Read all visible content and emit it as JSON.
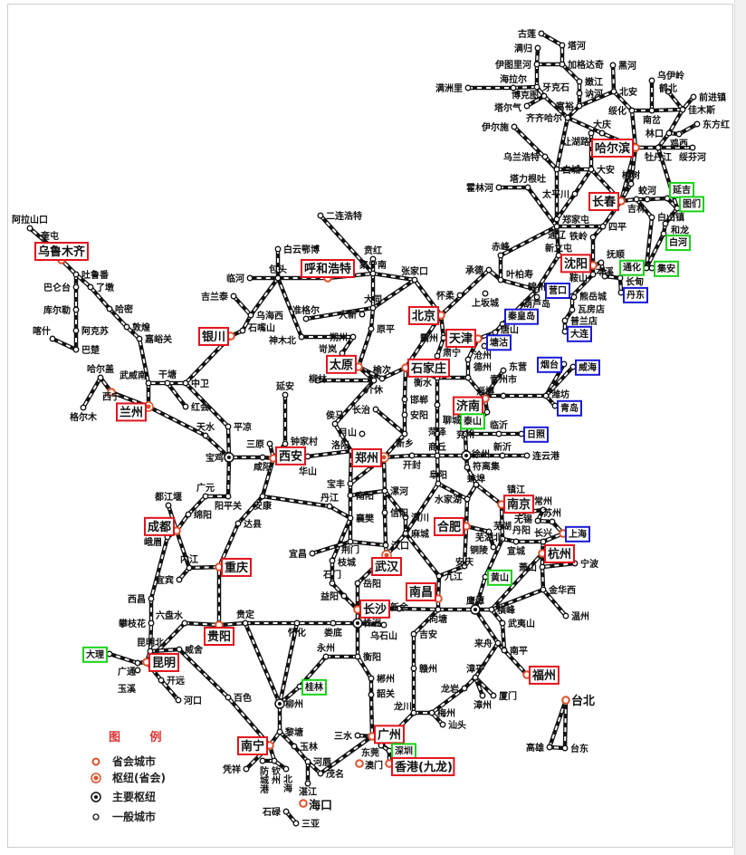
{
  "legend": {
    "title": "图 例",
    "items": [
      {
        "label": "省会城市",
        "symbol": "provincial-capital"
      },
      {
        "label": "枢纽(省会)",
        "symbol": "hub-capital"
      },
      {
        "label": "主要枢纽",
        "symbol": "major-hub"
      },
      {
        "label": "一般城市",
        "symbol": "general-city"
      }
    ]
  },
  "colors": {
    "capital_box": "#e3131b",
    "tourist_box": "#19d119",
    "port_box": "#1a1ad6",
    "capital_node": "#e0502a",
    "rail": "#111111"
  },
  "cities": [
    {
      "name": "古莲"
    },
    {
      "name": "塔河"
    },
    {
      "name": "满归"
    },
    {
      "name": "伊图里河"
    },
    {
      "name": "加格达奇"
    },
    {
      "name": "黑河"
    },
    {
      "name": "海拉尔"
    },
    {
      "name": "满洲里"
    },
    {
      "name": "牙克石"
    },
    {
      "name": "博克图"
    },
    {
      "name": "塔尔气"
    },
    {
      "name": "嫩江"
    },
    {
      "name": "讷河"
    },
    {
      "name": "富裕"
    },
    {
      "name": "北安"
    },
    {
      "name": "乌伊岭"
    },
    {
      "name": "鹤北"
    },
    {
      "name": "前进镇"
    },
    {
      "name": "绥化"
    },
    {
      "name": "南岔"
    },
    {
      "name": "佳木斯"
    },
    {
      "name": "齐齐哈尔"
    },
    {
      "name": "伊尔施"
    },
    {
      "name": "大庆"
    },
    {
      "name": "让湖路"
    },
    {
      "name": "林口"
    },
    {
      "name": "鸡西"
    },
    {
      "name": "东方红"
    },
    {
      "name": "哈尔滨",
      "box": "red",
      "kind": "capital"
    },
    {
      "name": "绥芬河"
    },
    {
      "name": "牡丹江"
    },
    {
      "name": "乌兰浩特"
    },
    {
      "name": "白城"
    },
    {
      "name": "大安"
    },
    {
      "name": "榆树"
    },
    {
      "name": "霍林河"
    },
    {
      "name": "塔力根吐"
    },
    {
      "name": "太平川"
    },
    {
      "name": "长春",
      "box": "red",
      "kind": "capital"
    },
    {
      "name": "吉林"
    },
    {
      "name": "蛟河"
    },
    {
      "name": "延吉",
      "box": "green"
    },
    {
      "name": "图们",
      "box": "green"
    },
    {
      "name": "白山镇"
    },
    {
      "name": "和龙"
    },
    {
      "name": "郑家屯"
    },
    {
      "name": "通辽"
    },
    {
      "name": "四平"
    },
    {
      "name": "铁岭"
    },
    {
      "name": "白河",
      "box": "green"
    },
    {
      "name": "赤峰"
    },
    {
      "name": "新立屯"
    },
    {
      "name": "沈阳",
      "box": "red",
      "kind": "capital"
    },
    {
      "name": "抚顺"
    },
    {
      "name": "本溪"
    },
    {
      "name": "通化",
      "box": "green"
    },
    {
      "name": "集安",
      "box": "green"
    },
    {
      "name": "长甸"
    },
    {
      "name": "丹东",
      "box": "blue"
    },
    {
      "name": "鞍山"
    },
    {
      "name": "锦州"
    },
    {
      "name": "葫芦岛"
    },
    {
      "name": "营口",
      "box": "blue"
    },
    {
      "name": "熊岳城"
    },
    {
      "name": "瓦房店"
    },
    {
      "name": "普兰店"
    },
    {
      "name": "大连",
      "box": "blue"
    },
    {
      "name": "承德"
    },
    {
      "name": "叶柏寿"
    },
    {
      "name": "上坂城"
    },
    {
      "name": "怀柔"
    },
    {
      "name": "张家口"
    },
    {
      "name": "集宁南"
    },
    {
      "name": "贲红"
    },
    {
      "name": "北京",
      "box": "red",
      "kind": "capital"
    },
    {
      "name": "天津",
      "box": "red",
      "kind": "capital"
    },
    {
      "name": "唐山"
    },
    {
      "name": "秦皇岛",
      "box": "blue"
    },
    {
      "name": "塘沽",
      "box": "blue"
    },
    {
      "name": "霸州"
    },
    {
      "name": "肃宁"
    },
    {
      "name": "沧州"
    },
    {
      "name": "石家庄",
      "box": "red",
      "kind": "capital"
    },
    {
      "name": "衡水"
    },
    {
      "name": "德州"
    },
    {
      "name": "东营"
    },
    {
      "name": "淄博"
    },
    {
      "name": "青州市"
    },
    {
      "name": "济南",
      "box": "red",
      "kind": "capital"
    },
    {
      "name": "泰山",
      "box": "green"
    },
    {
      "name": "聊城"
    },
    {
      "name": "邯郸"
    },
    {
      "name": "安阳"
    },
    {
      "name": "长治"
    },
    {
      "name": "烟台",
      "box": "blue"
    },
    {
      "name": "威海",
      "box": "blue"
    },
    {
      "name": "潍坊"
    },
    {
      "name": "青岛",
      "box": "blue"
    },
    {
      "name": "日照",
      "box": "blue"
    },
    {
      "name": "临沂"
    },
    {
      "name": "菏泽"
    },
    {
      "name": "兖州"
    },
    {
      "name": "新乡"
    },
    {
      "name": "徐州",
      "kind": "hub"
    },
    {
      "name": "新沂"
    },
    {
      "name": "连云港"
    },
    {
      "name": "商丘"
    },
    {
      "name": "开封"
    },
    {
      "name": "郑州",
      "box": "red",
      "kind": "hubcap"
    },
    {
      "name": "符离集"
    },
    {
      "name": "月山"
    },
    {
      "name": "大同"
    },
    {
      "name": "大新"
    },
    {
      "name": "朔州"
    },
    {
      "name": "原平"
    },
    {
      "name": "岢岚"
    },
    {
      "name": "太原",
      "box": "red",
      "kind": "capital"
    },
    {
      "name": "介休"
    },
    {
      "name": "榆次"
    },
    {
      "name": "柳林"
    },
    {
      "name": "侯马"
    },
    {
      "name": "洛阳"
    },
    {
      "name": "三原"
    },
    {
      "name": "钟家村"
    },
    {
      "name": "咸阳"
    },
    {
      "name": "西安",
      "box": "red",
      "kind": "capital"
    },
    {
      "name": "华山"
    },
    {
      "name": "宝鸡",
      "kind": "hub"
    },
    {
      "name": "延安"
    },
    {
      "name": "准格尔"
    },
    {
      "name": "神木北"
    },
    {
      "name": "包头"
    },
    {
      "name": "白云鄂博"
    },
    {
      "name": "呼和浩特",
      "box": "red",
      "kind": "capital"
    },
    {
      "name": "二连浩特"
    },
    {
      "name": "临河"
    },
    {
      "name": "吉兰泰"
    },
    {
      "name": "乌海西"
    },
    {
      "name": "石嘴山"
    },
    {
      "name": "银川",
      "box": "red",
      "kind": "capital"
    },
    {
      "name": "中卫"
    },
    {
      "name": "干塘"
    },
    {
      "name": "武威南"
    },
    {
      "name": "红会"
    },
    {
      "name": "兰州",
      "box": "red",
      "kind": "hubcap"
    },
    {
      "name": "西宁",
      "kind": "capital"
    },
    {
      "name": "哈尔盖"
    },
    {
      "name": "格尔木"
    },
    {
      "name": "嘉峪关"
    },
    {
      "name": "敦煌"
    },
    {
      "name": "哈密"
    },
    {
      "name": "了墩"
    },
    {
      "name": "吐鲁番"
    },
    {
      "name": "乌鲁木齐",
      "box": "red",
      "kind": "capital"
    },
    {
      "name": "奎屯"
    },
    {
      "name": "阿拉山口"
    },
    {
      "name": "巴仑台"
    },
    {
      "name": "库尔勒"
    },
    {
      "name": "阿克苏"
    },
    {
      "name": "喀什"
    },
    {
      "name": "巴楚"
    },
    {
      "name": "天水"
    },
    {
      "name": "平凉"
    },
    {
      "name": "广元"
    },
    {
      "name": "阳平关"
    },
    {
      "name": "安康"
    },
    {
      "name": "丹江"
    },
    {
      "name": "南阳"
    },
    {
      "name": "宝丰"
    },
    {
      "name": "漯河"
    },
    {
      "name": "都江堰"
    },
    {
      "name": "绵阳"
    },
    {
      "name": "成都",
      "box": "red",
      "kind": "capital"
    },
    {
      "name": "峨眉"
    },
    {
      "name": "达县"
    },
    {
      "name": "襄樊"
    },
    {
      "name": "信阳"
    },
    {
      "name": "潢川"
    },
    {
      "name": "麻城"
    },
    {
      "name": "宜昌"
    },
    {
      "name": "荆门"
    },
    {
      "name": "汉口"
    },
    {
      "name": "武汉",
      "box": "red",
      "kind": "hubcap"
    },
    {
      "name": "枝城"
    },
    {
      "name": "石门"
    },
    {
      "name": "内江"
    },
    {
      "name": "宜宾"
    },
    {
      "name": "重庆",
      "box": "red",
      "kind": "capital"
    },
    {
      "name": "岳阳"
    },
    {
      "name": "益阳"
    },
    {
      "name": "长沙",
      "box": "red",
      "kind": "capital"
    },
    {
      "name": "株洲",
      "kind": "hub"
    },
    {
      "name": "乌石山"
    },
    {
      "name": "新余"
    },
    {
      "name": "南昌",
      "box": "red",
      "kind": "capital"
    },
    {
      "name": "九江"
    },
    {
      "name": "安庆"
    },
    {
      "name": "黄山",
      "box": "green"
    },
    {
      "name": "芜湖"
    },
    {
      "name": "芜湖北"
    },
    {
      "name": "铜陵"
    },
    {
      "name": "合肥",
      "box": "red",
      "kind": "capital"
    },
    {
      "name": "水家湖"
    },
    {
      "name": "蚌埠"
    },
    {
      "name": "阜阳"
    },
    {
      "name": "南京",
      "box": "red",
      "kind": "capital"
    },
    {
      "name": "镇江"
    },
    {
      "name": "丹阳"
    },
    {
      "name": "常州"
    },
    {
      "name": "无锡"
    },
    {
      "name": "苏州"
    },
    {
      "name": "上海",
      "box": "blue",
      "kind": "capital"
    },
    {
      "name": "长兴"
    },
    {
      "name": "杭州",
      "box": "red",
      "kind": "capital"
    },
    {
      "name": "宁波"
    },
    {
      "name": "萧山"
    },
    {
      "name": "宣城"
    },
    {
      "name": "金华西"
    },
    {
      "name": "温州"
    },
    {
      "name": "鹰潭",
      "kind": "hub"
    },
    {
      "name": "向塘"
    },
    {
      "name": "横峰"
    },
    {
      "name": "武夷山"
    },
    {
      "name": "来舟"
    },
    {
      "name": "南平"
    },
    {
      "name": "福州",
      "box": "red",
      "kind": "capital"
    },
    {
      "name": "吉安"
    },
    {
      "name": "赣州"
    },
    {
      "name": "漳平"
    },
    {
      "name": "龙岩"
    },
    {
      "name": "厦门"
    },
    {
      "name": "漳州"
    },
    {
      "name": "梅州"
    },
    {
      "name": "汕头"
    },
    {
      "name": "龙川"
    },
    {
      "name": "台北",
      "kind": "capital"
    },
    {
      "name": "高雄"
    },
    {
      "name": "台东"
    },
    {
      "name": "广州",
      "box": "red",
      "kind": "capital"
    },
    {
      "name": "三水"
    },
    {
      "name": "东莞"
    },
    {
      "name": "深圳",
      "box": "green"
    },
    {
      "name": "香港(九龙)",
      "box": "red",
      "kind": "capital"
    },
    {
      "name": "澳门",
      "kind": "capital"
    },
    {
      "name": "韶关"
    },
    {
      "name": "郴州"
    },
    {
      "name": "衡阳"
    },
    {
      "name": "永州"
    },
    {
      "name": "娄底"
    },
    {
      "name": "怀化"
    },
    {
      "name": "贵定"
    },
    {
      "name": "贵阳",
      "box": "red",
      "kind": "capital"
    },
    {
      "name": "桂林",
      "box": "green"
    },
    {
      "name": "柳州",
      "kind": "hub"
    },
    {
      "name": "黎塘"
    },
    {
      "name": "玉林"
    },
    {
      "name": "河唇"
    },
    {
      "name": "茂名"
    },
    {
      "name": "湛江"
    },
    {
      "name": "海口",
      "kind": "capital"
    },
    {
      "name": "石碌"
    },
    {
      "name": "三亚"
    },
    {
      "name": "南宁",
      "box": "red",
      "kind": "capital"
    },
    {
      "name": "凭祥"
    },
    {
      "name": "防城港"
    },
    {
      "name": "钦州"
    },
    {
      "name": "北海"
    },
    {
      "name": "百色"
    },
    {
      "name": "六盘水"
    },
    {
      "name": "攀枝花"
    },
    {
      "name": "西昌"
    },
    {
      "name": "昆明北"
    },
    {
      "name": "昆明",
      "box": "red",
      "kind": "capital"
    },
    {
      "name": "威舍"
    },
    {
      "name": "广通"
    },
    {
      "name": "玉溪"
    },
    {
      "name": "开远"
    },
    {
      "name": "河口"
    },
    {
      "name": "大理",
      "box": "green"
    }
  ]
}
